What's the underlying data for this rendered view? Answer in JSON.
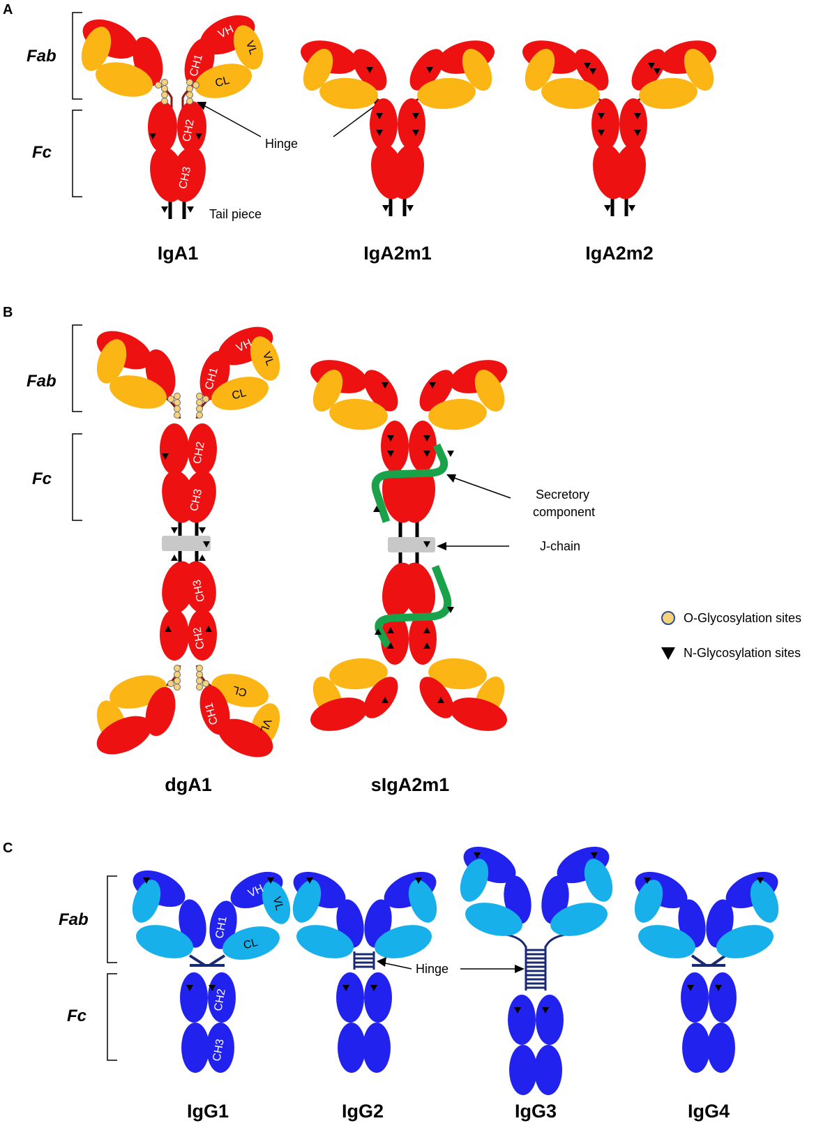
{
  "panels": [
    {
      "letter": "A"
    },
    {
      "letter": "B"
    },
    {
      "letter": "C"
    }
  ],
  "regions": {
    "fab": "Fab",
    "fc": "Fc"
  },
  "domains": {
    "vh": "VH",
    "vl": "VL",
    "ch1": "CH1",
    "cl": "CL",
    "ch2": "CH2",
    "ch3": "CH3"
  },
  "annotations": {
    "hinge": "Hinge",
    "tail_piece": "Tail piece",
    "secretory_1": "Secretory",
    "secretory_2": "component",
    "j_chain": "J-chain"
  },
  "legend": [
    {
      "label": "O-Glycosylation sites",
      "icon": "o-glycosylation-icon"
    },
    {
      "label": "N-Glycosylation sites",
      "icon": "n-glycosylation-icon"
    }
  ],
  "molecules": {
    "a": [
      "IgA1",
      "IgA2m1",
      "IgA2m2"
    ],
    "b": [
      "dgA1",
      "sIgA2m1"
    ],
    "c": [
      "IgG1",
      "IgG2",
      "IgG3",
      "IgG4"
    ]
  },
  "colors": {
    "iga_heavy": "#ee1111",
    "iga_light": "#fbb514",
    "igg_heavy": "#2222ee",
    "igg_light": "#18b0ea",
    "secretory": "#1aa24a",
    "j_chain": "#c8c8c8",
    "o_glycan": "#f7d27a"
  }
}
